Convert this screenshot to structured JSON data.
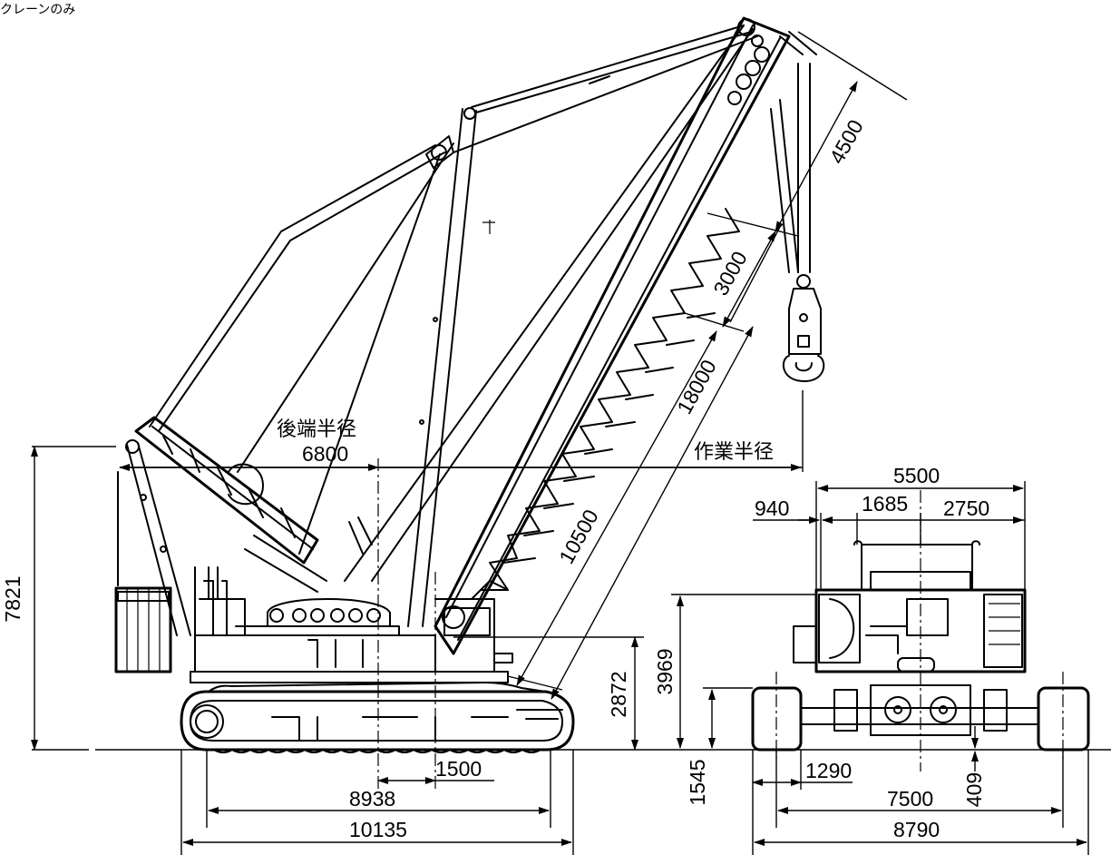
{
  "caption": "クレーンのみ",
  "side_view": {
    "labels": {
      "tail_radius": "後端半径",
      "work_radius": "作業半径"
    },
    "dimensions": {
      "tail_radius_value": "6800",
      "height_total": "7821",
      "pivot_height": "2872",
      "jib_top": "4500",
      "jib_mid": "3000",
      "boom_upper": "18000",
      "boom_lower": "10500",
      "offset_1500": "1500",
      "crawler_length": "8938",
      "overall_length": "10135"
    }
  },
  "rear_view": {
    "dimensions": {
      "width_5500": "5500",
      "w_940": "940",
      "w_1685": "1685",
      "w_2750": "2750",
      "height_3969": "3969",
      "height_1545": "1545",
      "shoe_1290": "1290",
      "clearance_409": "409",
      "gauge_7500": "7500",
      "overall_width": "8790"
    }
  }
}
